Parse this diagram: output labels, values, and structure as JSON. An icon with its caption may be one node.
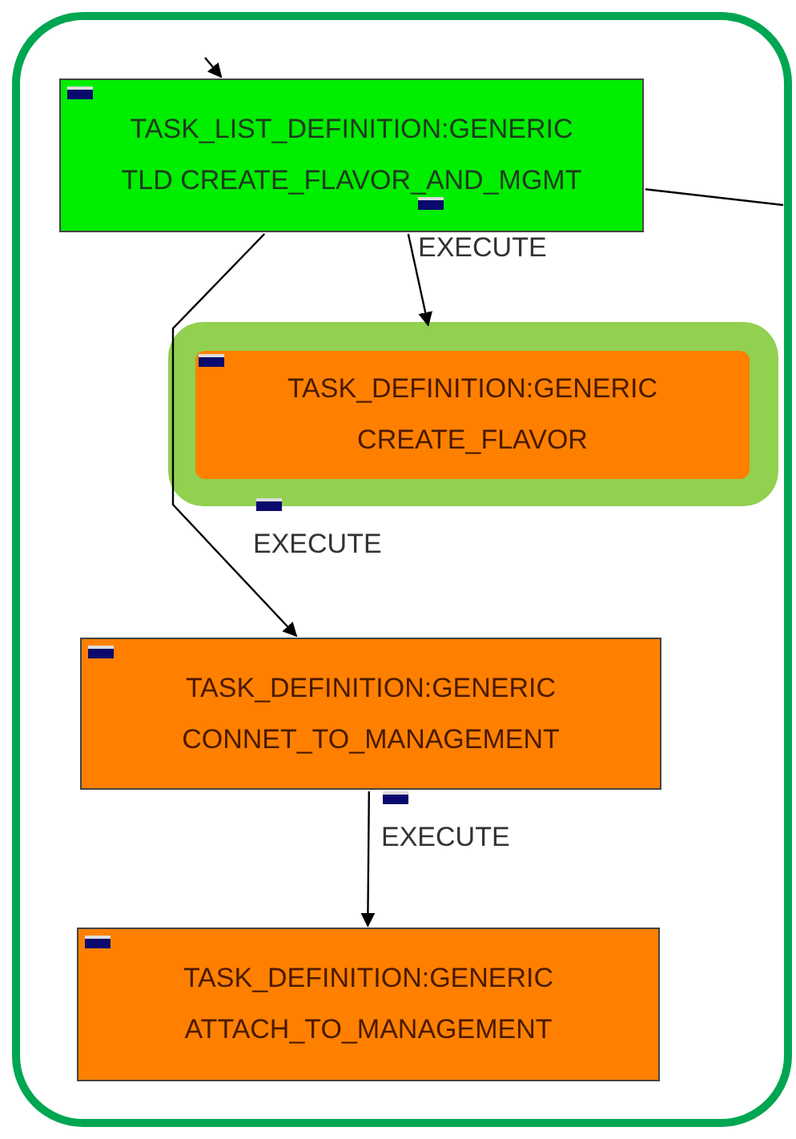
{
  "diagram": {
    "nodes": [
      {
        "text": [
          "TASK_LIST_DEFINITION:GENERIC",
          "TLD CREATE_FLAVOR_AND_MGMT"
        ]
      },
      {
        "text": [
          "TASK_DEFINITION:GENERIC",
          "CREATE_FLAVOR"
        ]
      },
      {
        "text": [
          "TASK_DEFINITION:GENERIC",
          "CONNET_TO_MANAGEMENT"
        ]
      },
      {
        "text": [
          "TASK_DEFINITION:GENERIC",
          "ATTACH_TO_MANAGEMENT"
        ]
      }
    ],
    "edges": [
      {
        "from": null,
        "to": 0,
        "arrow": "to"
      },
      {
        "from": 0,
        "to": 1,
        "arrow": "to",
        "label": "EXECUTE"
      },
      {
        "from": 0,
        "to": 2,
        "arrow": "to",
        "label": "EXECUTE"
      },
      {
        "from": 0,
        "to": null,
        "arrow": "none"
      },
      {
        "from": 2,
        "to": 3,
        "arrow": "to",
        "label": "EXECUTE"
      }
    ]
  }
}
